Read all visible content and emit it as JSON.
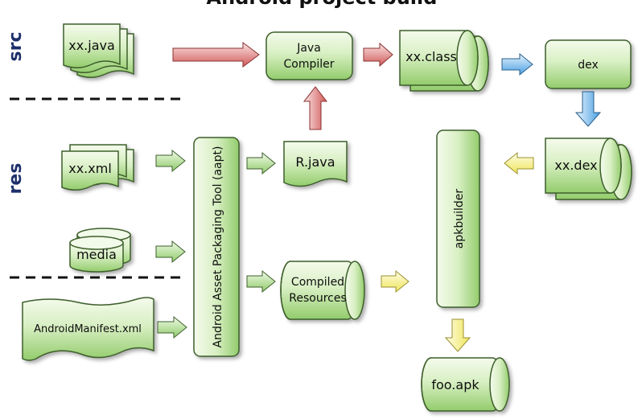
{
  "title": "Android project build",
  "side_labels": {
    "src": "src",
    "res": "res"
  },
  "nodes": {
    "java_src": "xx.java",
    "java_compiler_l1": "Java",
    "java_compiler_l2": "Compiler",
    "class_files": "xx.class",
    "dex": "dex",
    "xml_res": "xx.xml",
    "media": "media",
    "manifest": "AndroidManifest.xml",
    "aapt": "Android Asset Packaging Tool (aapt)",
    "rjava": "R.java",
    "compiled_l1": "Compiled",
    "compiled_l2": "Resources",
    "apkbuilder": "apkbuilder",
    "dex_file": "xx.dex",
    "apk": "foo.apk"
  },
  "colors": {
    "box_light": "#eef8e2",
    "box_dark": "#9fd27a",
    "box_stroke": "#3d5e2c",
    "arrow_red": "#d66a6a",
    "arrow_green": "#9bd17a",
    "arrow_blue": "#5aa9e6",
    "arrow_yellow": "#f5f07a",
    "side_text": "#1d2f6b"
  }
}
